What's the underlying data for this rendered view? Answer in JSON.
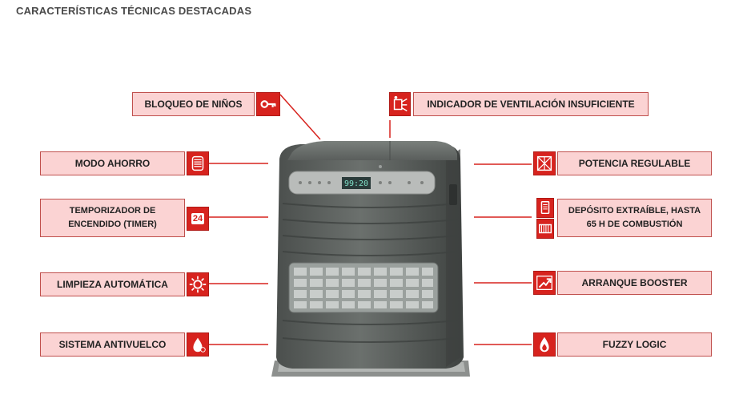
{
  "heading": "CARACTERÍSTICAS TÉCNICAS DESTACADAS",
  "display_value": "99:20",
  "features": {
    "bloqueo": {
      "label": "BLOQUEO DE NIÑOS",
      "icon": "key-icon"
    },
    "indicador": {
      "label": "INDICADOR DE VENTILACIÓN INSUFICIENTE",
      "icon": "ventilation-warning-icon"
    },
    "ahorro": {
      "label": "MODO AHORRO",
      "icon": "eco-mode-icon"
    },
    "potencia": {
      "label": "POTENCIA REGULABLE",
      "icon": "power-regulation-icon"
    },
    "temporizador": {
      "line1": "TEMPORIZADOR DE",
      "line2": "ENCENDIDO (TIMER)",
      "icon": "timer-24-icon",
      "icon_text": "24"
    },
    "deposito": {
      "line1": "DEPÓSITO EXTRAÍBLE, HASTA",
      "line2": "65 H DE COMBUSTIÓN",
      "icon": "fuel-tank-icon"
    },
    "limpieza": {
      "label": "LIMPIEZA AUTOMÁTICA",
      "icon": "auto-clean-sun-icon"
    },
    "arranque": {
      "label": "ARRANQUE BOOSTER",
      "icon": "booster-arrow-icon"
    },
    "antivuelco": {
      "label": "SISTEMA ANTIVUELCO",
      "icon": "anti-tip-icon"
    },
    "fuzzy": {
      "label": "FUZZY LOGIC",
      "icon": "flame-icon"
    }
  },
  "colors": {
    "label_fill": "#fbd3d3",
    "label_border": "#c0504d",
    "icon_red": "#d7231e",
    "connector_red": "#d7231e",
    "heater_body": "#5f6360"
  }
}
